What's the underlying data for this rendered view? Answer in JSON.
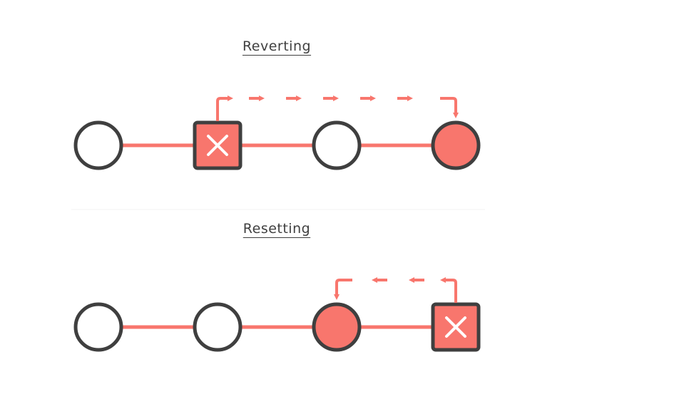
{
  "diagrams": [
    {
      "title": "Reverting",
      "nodes": [
        {
          "shape": "circle",
          "fill": "white"
        },
        {
          "shape": "square-x",
          "fill": "coral"
        },
        {
          "shape": "circle",
          "fill": "white"
        },
        {
          "shape": "circle",
          "fill": "coral"
        }
      ],
      "arrow": {
        "from_node": 1,
        "to_node": 3,
        "direction": "right"
      }
    },
    {
      "title": "Resetting",
      "nodes": [
        {
          "shape": "circle",
          "fill": "white"
        },
        {
          "shape": "circle",
          "fill": "white"
        },
        {
          "shape": "circle",
          "fill": "coral"
        },
        {
          "shape": "square-x",
          "fill": "coral"
        }
      ],
      "arrow": {
        "from_node": 3,
        "to_node": 2,
        "direction": "left"
      }
    }
  ],
  "colors": {
    "accent": "#f8766d",
    "outline": "#3f3f3f",
    "background": "#ffffff",
    "cross": "#ffffff"
  }
}
